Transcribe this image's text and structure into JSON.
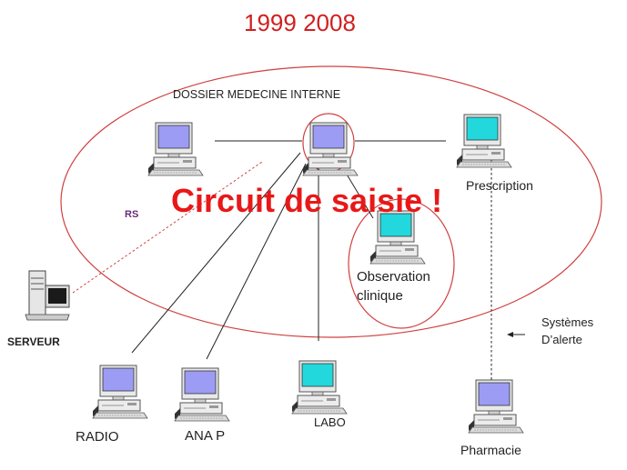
{
  "title": "1999 2008",
  "dossier_label": "DOSSIER MEDECINE INTERNE",
  "headline": "Circuit de saisie !",
  "rs_label": "RS",
  "prescription_label": "Prescription",
  "observation_label": "Observation clinique",
  "observation_line1": "Observation",
  "observation_line2": "clinique",
  "serveur_label": "SERVEUR",
  "systemes_line1": "Systèmes",
  "systemes_line2": "D’alerte",
  "radio_label": "RADIO",
  "anap_label": "ANA P",
  "labo_label": "LABO",
  "pharmacie_label": "Pharmacie",
  "colors": {
    "title": "#d02020",
    "ellipse": "#d04040",
    "headline": "#e81818",
    "screen_blue": "#9c9cf4",
    "screen_cyan": "#22d8dc",
    "dashed_link": "#d04040"
  }
}
